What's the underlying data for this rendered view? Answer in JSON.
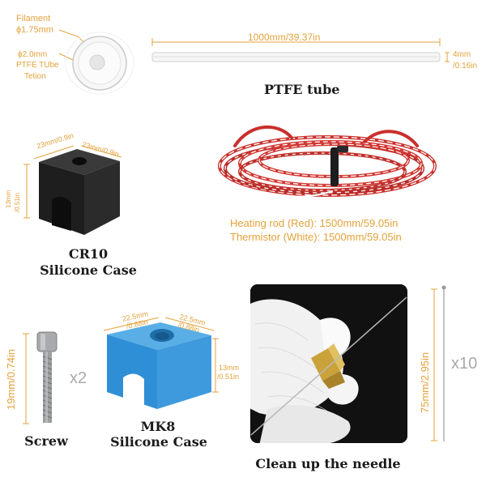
{
  "colors": {
    "dimension": "#e3a23b",
    "label": "#1a1a1a",
    "count": "#a9a9a9",
    "accent_blue": "#3f98dc"
  },
  "ptfe": {
    "filament_label": "Filament",
    "filament_dia": "ϕ1.75mm",
    "tube_dia": "ϕ2.0mm",
    "tube_label": "PTFE TUbe",
    "tube_material": "Tetion",
    "length": "1000mm/39.37in",
    "outer_dia_mm": "4mm",
    "outer_dia_in": "/0.16in",
    "title": "PTFE tube"
  },
  "wires": {
    "heating_rod": "Heating rod (Red): 1500mm/59.05in",
    "thermistor": "Thermistor (White): 1500mm/59.05in"
  },
  "cr10": {
    "width_a": "23mm/0.9in",
    "width_b": "23mm/0.9in",
    "height_mm": "13mm",
    "height_in": "/0.51in",
    "title_line1": "CR10",
    "title_line2": "Silicone Case"
  },
  "screw": {
    "length": "19mm/0.74in",
    "count": "x2",
    "title": "Screw"
  },
  "mk8": {
    "width_a_mm": "22.5mm",
    "width_a_in": "/0.88in",
    "width_b_mm": "22.5mm",
    "width_b_in": "/0.88in",
    "height_mm": "13mm",
    "height_in": "/0.51in",
    "title_line1": "MK8",
    "title_line2": "Silicone Case"
  },
  "needle": {
    "length": "75mm/2.95in",
    "count": "x10",
    "title": "Clean up the needle"
  }
}
